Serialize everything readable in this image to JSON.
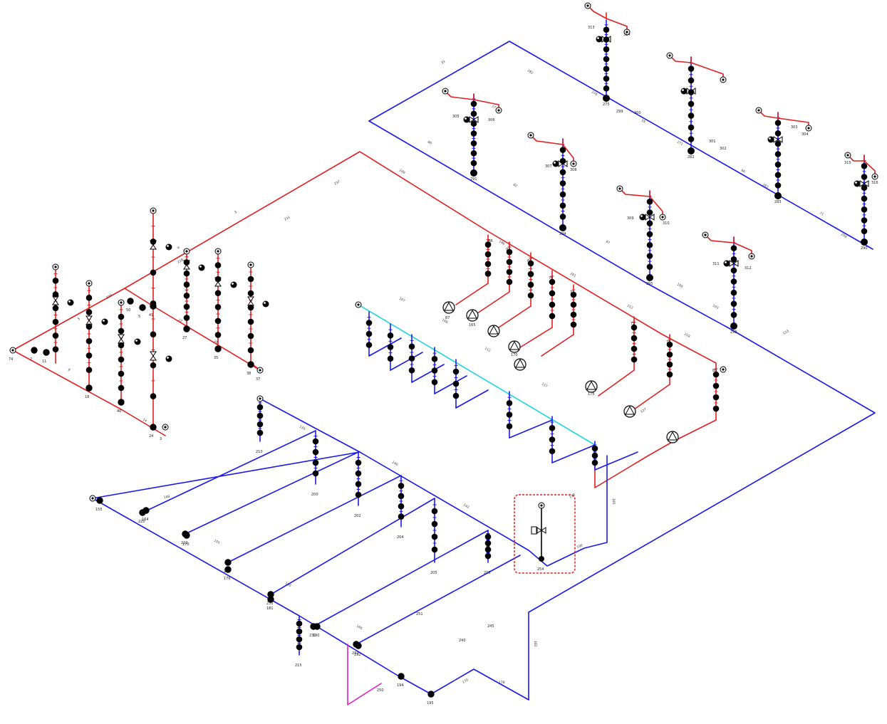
{
  "colors": {
    "supply": "#e02020",
    "return": "#1a1ae6",
    "cyan": "#22d4e0",
    "magenta": "#e020c8",
    "node": "#000000",
    "callout": "#e02020"
  },
  "highlight_box": {
    "symbol": "valve-with-actuator"
  },
  "node_labels": {
    "red_left": [
      "74",
      "2",
      "11",
      "18",
      "40",
      "24",
      "50",
      "5",
      "27",
      "35",
      "38",
      "3",
      "37",
      "41"
    ],
    "red_right": [
      "88",
      "94",
      "60",
      "70",
      "71",
      "73",
      "78",
      "85",
      "87",
      "165",
      "170",
      "175"
    ],
    "blue_top": [
      "275",
      "282",
      "283",
      "290",
      "291",
      "294",
      "295",
      "298",
      "299",
      "300",
      "301",
      "302",
      "303",
      "304",
      "305",
      "306",
      "307",
      "308",
      "309",
      "310",
      "311",
      "312",
      "313",
      "314",
      "315",
      "316"
    ],
    "blue_bottom": [
      "155",
      "164",
      "170",
      "176",
      "181",
      "190",
      "192",
      "194",
      "195",
      "200",
      "202",
      "204",
      "205",
      "208",
      "210",
      "215",
      "220",
      "222",
      "225",
      "231",
      "232",
      "233",
      "240",
      "245",
      "250",
      "251",
      "254"
    ]
  },
  "segment_labels": [
    "3",
    "4",
    "5",
    "9",
    "14",
    "22",
    "28",
    "33",
    "55",
    "66",
    "71",
    "80",
    "82",
    "97",
    "100",
    "103",
    "107",
    "108",
    "112",
    "117",
    "123",
    "127",
    "129",
    "135",
    "140",
    "142",
    "148",
    "155",
    "160",
    "166",
    "170",
    "178",
    "182",
    "185",
    "190",
    "196",
    "201",
    "212",
    "219",
    "220",
    "228",
    "231",
    "237",
    "249",
    "258",
    "263",
    "271",
    "276",
    "277",
    "282"
  ]
}
